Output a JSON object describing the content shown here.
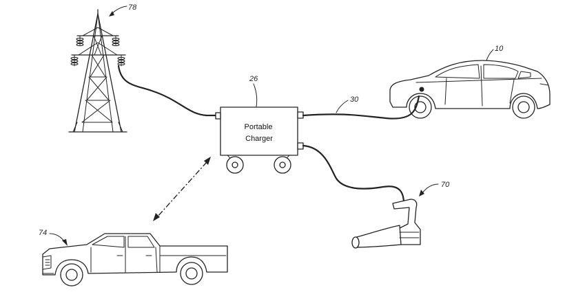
{
  "diagram": {
    "charger_text_line1": "Portable",
    "charger_text_line2": "Charger",
    "labels": {
      "tower": "78",
      "charger": "26",
      "cable": "30",
      "car": "10",
      "nozzle": "70",
      "truck": "74"
    }
  }
}
